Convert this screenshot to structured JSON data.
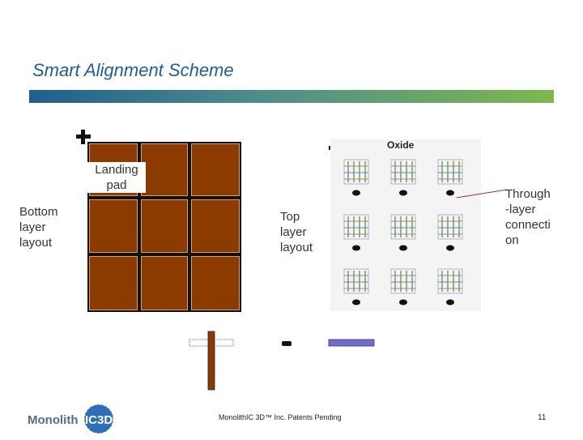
{
  "slide": {
    "title": "Smart Alignment Scheme",
    "footer_text": "MonolithIC 3D™ Inc. Patents Pending",
    "page_number": "11"
  },
  "labels": {
    "landing_pad": "Landing pad",
    "bottom_layer": "Bottom layer layout",
    "top_layer": "Top layer layout",
    "oxide": "Oxide",
    "through_layer": "Through -layer connecti on"
  },
  "logo": {
    "text": "MonolithIC3D"
  },
  "colors": {
    "title": "#1f5f8f",
    "bar_start": "#1f5f8f",
    "bar_end": "#7cb94d",
    "landing_pad": "#8b3a00",
    "through_via": "#8b3a00",
    "top_strip": "#6e6ecf"
  }
}
